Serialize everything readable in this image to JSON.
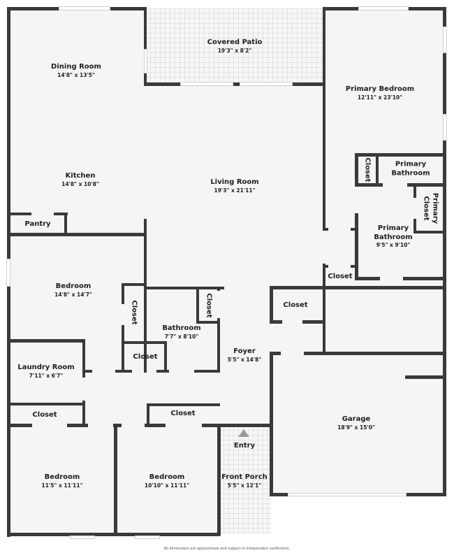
{
  "floorplan": {
    "rooms": {
      "dining_room": {
        "name": "Dining Room",
        "dims": "14'8\" x 13'5\""
      },
      "covered_patio": {
        "name": "Covered Patio",
        "dims": "19'3\" x 8'2\""
      },
      "primary_bedroom": {
        "name": "Primary Bedroom",
        "dims": "12'11\" x 23'10\""
      },
      "kitchen": {
        "name": "Kitchen",
        "dims": "14'8\" x 10'8\""
      },
      "living_room": {
        "name": "Living Room",
        "dims": "19'3\" x 21'11\""
      },
      "pantry": {
        "name": "Pantry"
      },
      "primary_bath_closet": {
        "name": "Closet"
      },
      "primary_bathroom_upper": {
        "name": "Primary Bathroom"
      },
      "primary_closet": {
        "name": "Primary Closet"
      },
      "primary_bathroom": {
        "name": "Primary Bathroom",
        "dims": "9'5\" x 9'10\""
      },
      "hall_closet_right": {
        "name": "Closet"
      },
      "bedroom_1": {
        "name": "Bedroom",
        "dims": "14'8\" x 14'7\""
      },
      "bedroom_1_closet": {
        "name": "Closet"
      },
      "bathroom": {
        "name": "Bathroom",
        "dims": "7'7\" x 8'10\""
      },
      "bathroom_closet": {
        "name": "Closet"
      },
      "foyer_closet": {
        "name": "Closet"
      },
      "hall_closet_center": {
        "name": "Closet"
      },
      "foyer": {
        "name": "Foyer",
        "dims": "5'5\" x 14'8\""
      },
      "laundry_room": {
        "name": "Laundry Room",
        "dims": "7'11\" x 6'7\""
      },
      "laundry_closet": {
        "name": "Closet"
      },
      "bedroom_2_closet": {
        "name": "Closet"
      },
      "garage": {
        "name": "Garage",
        "dims": "18'9\" x 15'0\""
      },
      "entry": {
        "name": "Entry"
      },
      "front_porch": {
        "name": "Front Porch",
        "dims": "5'5\" x 12'1\""
      },
      "bedroom_2": {
        "name": "Bedroom",
        "dims": "11'5\" x 11'11\""
      },
      "bedroom_3": {
        "name": "Bedroom",
        "dims": "10'10\" x 11'11\""
      }
    },
    "disclaimer": "All dimensions are approximate and subject to independent verification.",
    "colors": {
      "wall": "#3a3a3a",
      "floor": "#f5f5f5",
      "entry_arrow": "#9a9a9a"
    }
  }
}
